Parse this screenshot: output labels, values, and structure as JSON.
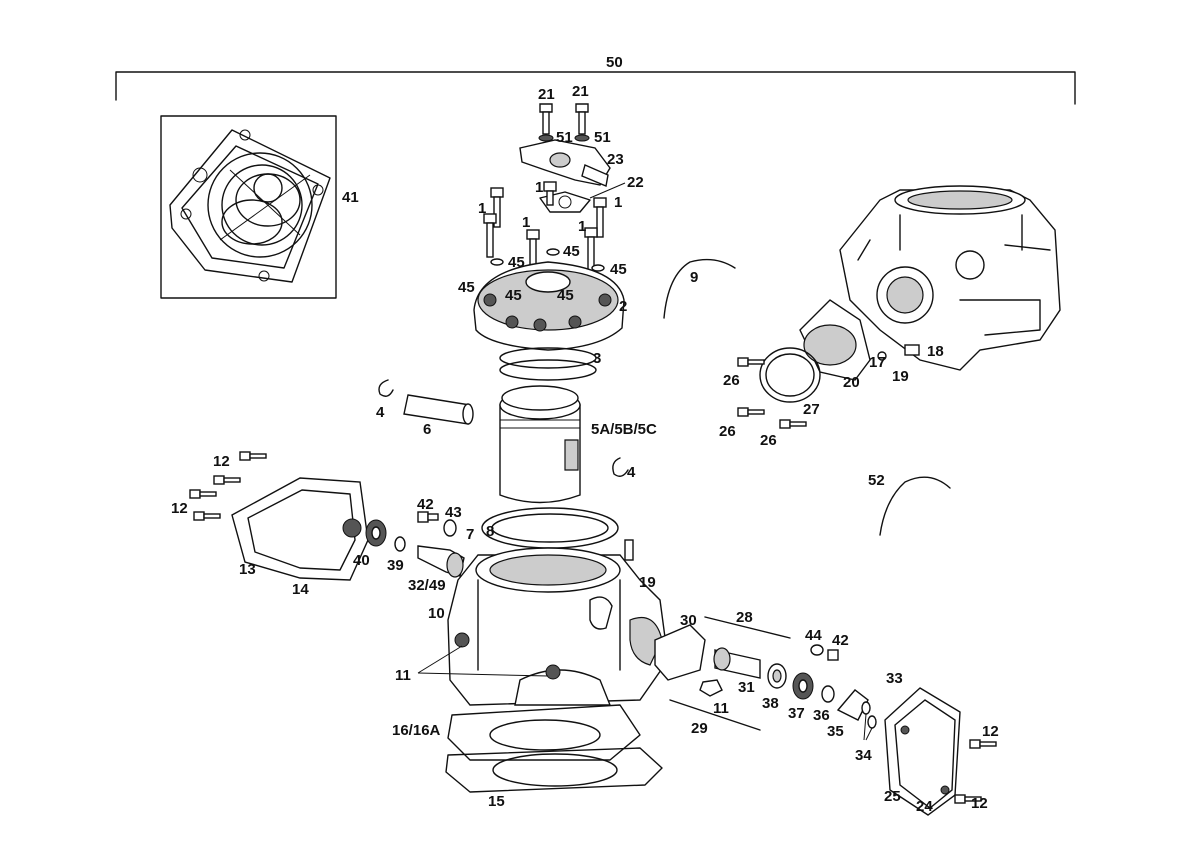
{
  "labels": [
    {
      "id": "50",
      "text": "50"
    },
    {
      "id": "21a",
      "text": "21"
    },
    {
      "id": "21b",
      "text": "21"
    },
    {
      "id": "51a",
      "text": "51"
    },
    {
      "id": "51b",
      "text": "51"
    },
    {
      "id": "23",
      "text": "23"
    },
    {
      "id": "22",
      "text": "22"
    },
    {
      "id": "41",
      "text": "41"
    },
    {
      "id": "1a",
      "text": "1"
    },
    {
      "id": "1b",
      "text": "1"
    },
    {
      "id": "1c",
      "text": "1"
    },
    {
      "id": "1d",
      "text": "1"
    },
    {
      "id": "1e",
      "text": "1"
    },
    {
      "id": "45a",
      "text": "45"
    },
    {
      "id": "45b",
      "text": "45"
    },
    {
      "id": "45c",
      "text": "45"
    },
    {
      "id": "45d",
      "text": "45"
    },
    {
      "id": "45e",
      "text": "45"
    },
    {
      "id": "45f",
      "text": "45"
    },
    {
      "id": "2",
      "text": "2"
    },
    {
      "id": "3",
      "text": "3"
    },
    {
      "id": "9",
      "text": "9"
    },
    {
      "id": "4a",
      "text": "4"
    },
    {
      "id": "4b",
      "text": "4"
    },
    {
      "id": "6",
      "text": "6"
    },
    {
      "id": "5",
      "text": "5A/5B/5C"
    },
    {
      "id": "17",
      "text": "17"
    },
    {
      "id": "18",
      "text": "18"
    },
    {
      "id": "19a",
      "text": "19"
    },
    {
      "id": "20",
      "text": "20"
    },
    {
      "id": "26a",
      "text": "26"
    },
    {
      "id": "26b",
      "text": "26"
    },
    {
      "id": "26c",
      "text": "26"
    },
    {
      "id": "27",
      "text": "27"
    },
    {
      "id": "52",
      "text": "52"
    },
    {
      "id": "12a",
      "text": "12"
    },
    {
      "id": "12b",
      "text": "12"
    },
    {
      "id": "12c",
      "text": "12"
    },
    {
      "id": "12d",
      "text": "12"
    },
    {
      "id": "42a",
      "text": "42"
    },
    {
      "id": "43",
      "text": "43"
    },
    {
      "id": "7",
      "text": "7"
    },
    {
      "id": "8",
      "text": "8"
    },
    {
      "id": "13",
      "text": "13"
    },
    {
      "id": "14",
      "text": "14"
    },
    {
      "id": "40",
      "text": "40"
    },
    {
      "id": "39",
      "text": "39"
    },
    {
      "id": "3249",
      "text": "32/49"
    },
    {
      "id": "19b",
      "text": "19"
    },
    {
      "id": "10",
      "text": "10"
    },
    {
      "id": "28",
      "text": "28"
    },
    {
      "id": "30",
      "text": "30"
    },
    {
      "id": "44",
      "text": "44"
    },
    {
      "id": "42b",
      "text": "42"
    },
    {
      "id": "11a",
      "text": "11"
    },
    {
      "id": "11b",
      "text": "11"
    },
    {
      "id": "31",
      "text": "31"
    },
    {
      "id": "38",
      "text": "38"
    },
    {
      "id": "37",
      "text": "37"
    },
    {
      "id": "36",
      "text": "36"
    },
    {
      "id": "35",
      "text": "35"
    },
    {
      "id": "33",
      "text": "33"
    },
    {
      "id": "34",
      "text": "34"
    },
    {
      "id": "29",
      "text": "29"
    },
    {
      "id": "16",
      "text": "16/16A"
    },
    {
      "id": "15",
      "text": "15"
    },
    {
      "id": "25",
      "text": "25"
    },
    {
      "id": "24",
      "text": "24"
    }
  ]
}
